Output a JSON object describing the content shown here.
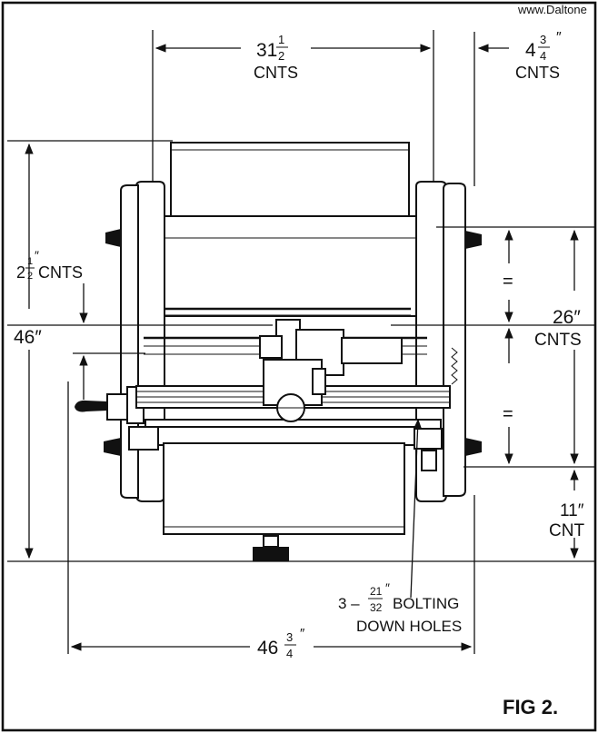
{
  "watermark": "www.Daltone",
  "figure_label": "FIG 2.",
  "dimensions": {
    "top_width": {
      "whole": "31",
      "num": "1",
      "den": "2",
      "unit": "CNTS"
    },
    "right_offset": {
      "whole": "4",
      "num": "3",
      "den": "4",
      "unit": "″",
      "note": "CNTS"
    },
    "left_small": {
      "whole": "2",
      "num": "1",
      "den": "2",
      "unit": "″",
      "note": "CNTS"
    },
    "height_total": {
      "value": "46″"
    },
    "right_center": {
      "value": "26″",
      "note": "CNTS"
    },
    "right_bottom": {
      "value": "11″",
      "note": "CNT"
    },
    "bottom_width": {
      "whole": "46",
      "num": "3",
      "den": "4",
      "unit": "″"
    },
    "equal_mark": "="
  },
  "bolting": {
    "prefix": "3 –",
    "num": "21",
    "den": "32",
    "unit": "″",
    "line1": "BOLTING",
    "line2": "DOWN HOLES"
  }
}
